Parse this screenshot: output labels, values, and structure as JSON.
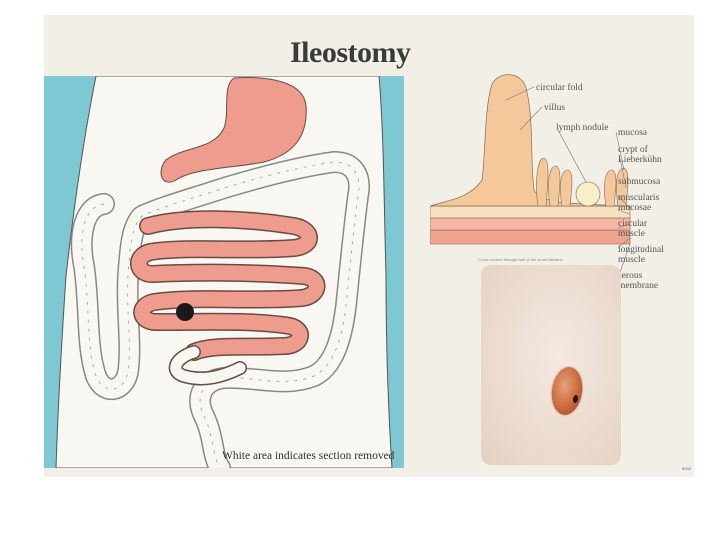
{
  "title": "Ileostomy",
  "caption": "White area indicates section removed",
  "cross_section": {
    "caption": "Cross-section through wall of the small intestine",
    "labels": {
      "circular_fold": "circular fold",
      "villus": "villus",
      "lymph_nodule": "lymph nodule",
      "mucosa": "mucosa",
      "crypt_1": "crypt of",
      "crypt_2": "Lieberkühn",
      "submucosa": "submucosa",
      "muscularis_1": "muscularis",
      "muscularis_2": "mucosae",
      "circular_muscle_1": "circular",
      "circular_muscle_2": "muscle",
      "longitudinal_muscle_1": "longitudinal",
      "longitudinal_muscle_2": "muscle",
      "serous_1": "serous",
      "serous_2": "membrane"
    }
  },
  "photo_code": "8003",
  "colors": {
    "background": "#ffffff",
    "poster": "#f1efe6",
    "body_side": "#7ec8d3",
    "organ_pink": "#ee9c8e",
    "organ_pink_light": "#f6b7a8",
    "stoma_marker": "#1a1a1a",
    "tissue_tan": "#f4c89a"
  }
}
